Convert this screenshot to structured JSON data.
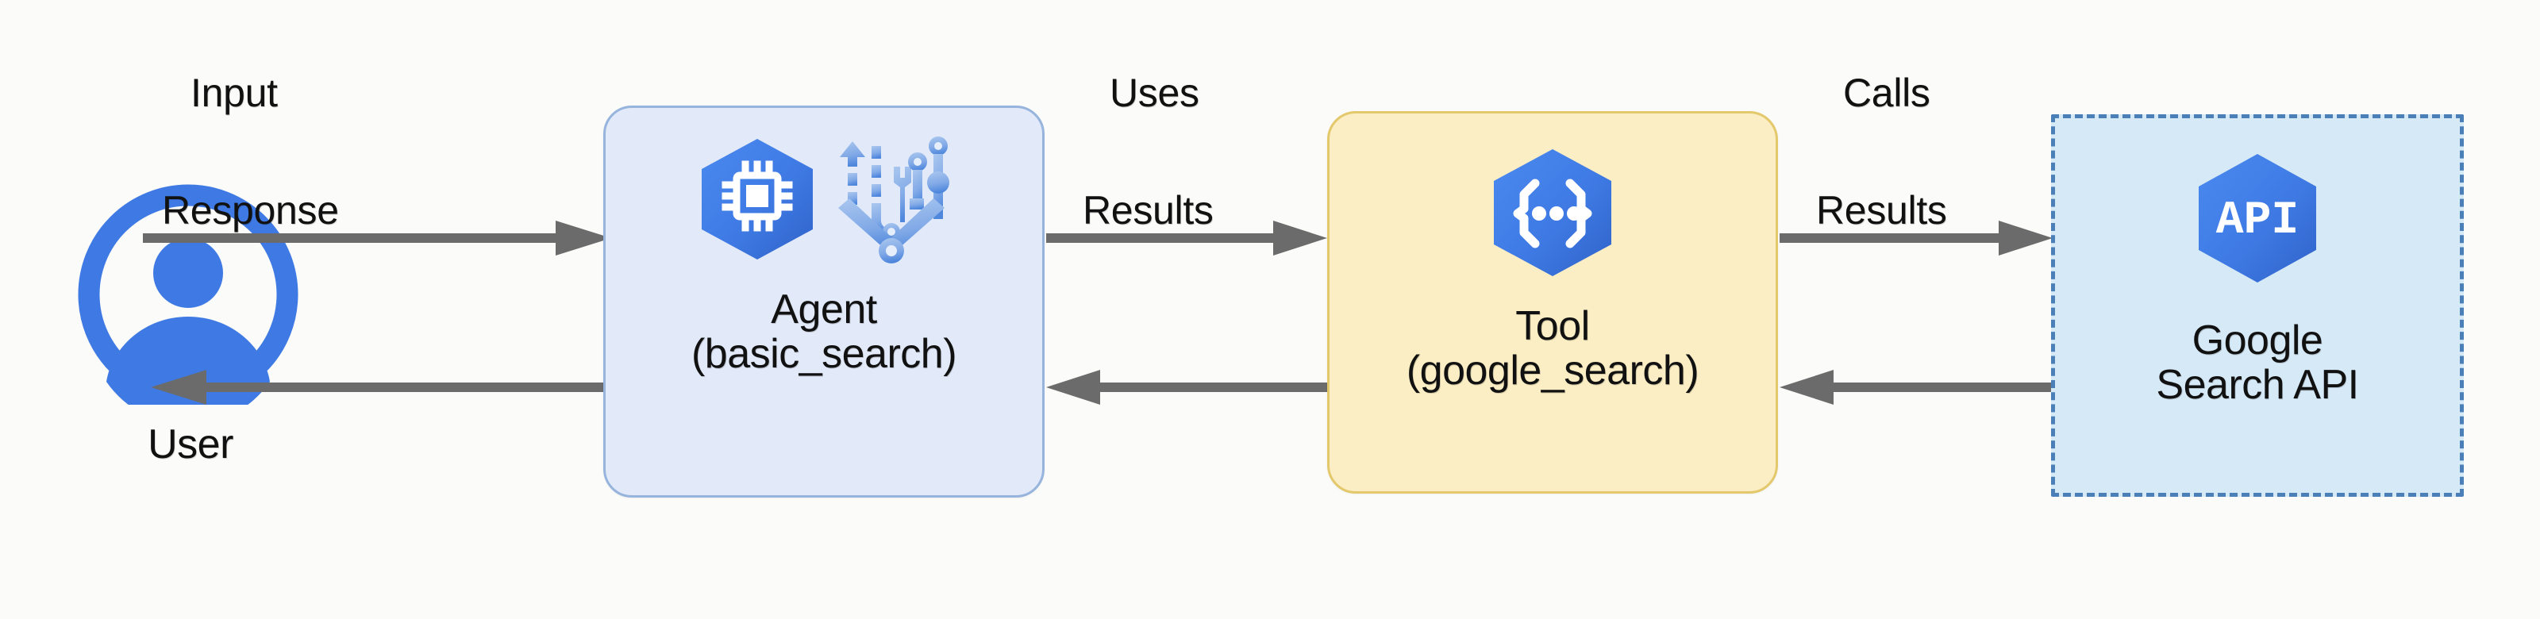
{
  "diagram": {
    "title": "Agent tool-calling flow",
    "background_color": "#fbfbf9",
    "arrow_color": "#6b6b6b"
  },
  "actors": {
    "user": {
      "label": "User",
      "icon": "account-circle-icon",
      "color": "#3f7ae4"
    }
  },
  "nodes": [
    {
      "id": "agent",
      "label": "Agent\n(basic_search)",
      "title": "Agent",
      "subtitle": "(basic_search)",
      "icons": [
        "cpu-hexagon-icon",
        "agent-workflow-icon"
      ],
      "fill": "#e2eaf9",
      "border": "#97b4dd",
      "border_style": "solid"
    },
    {
      "id": "tool",
      "label": "Tool\n(google_search)",
      "title": "Tool",
      "subtitle": "(google_search)",
      "icons": [
        "api-brackets-hexagon-icon"
      ],
      "fill": "#fbeec4",
      "border": "#e3c96b",
      "border_style": "solid"
    },
    {
      "id": "google-search-api",
      "label": "Google\nSearch API",
      "title": "Google",
      "subtitle": "Search API",
      "icons": [
        "api-hexagon-icon"
      ],
      "icon_text": "API",
      "fill": "#d6e9f7",
      "border": "#4b7fb8",
      "border_style": "dashed"
    }
  ],
  "edges": [
    {
      "id": "input",
      "label": "Input",
      "from": "user",
      "to": "agent",
      "direction": "right"
    },
    {
      "id": "response",
      "label": "Response",
      "from": "agent",
      "to": "user",
      "direction": "left"
    },
    {
      "id": "uses",
      "label": "Uses",
      "from": "agent",
      "to": "tool",
      "direction": "right"
    },
    {
      "id": "tool-results",
      "label": "Results",
      "from": "tool",
      "to": "agent",
      "direction": "left"
    },
    {
      "id": "calls",
      "label": "Calls",
      "from": "tool",
      "to": "google-search-api",
      "direction": "right"
    },
    {
      "id": "api-results",
      "label": "Results",
      "from": "google-search-api",
      "to": "tool",
      "direction": "left"
    }
  ]
}
